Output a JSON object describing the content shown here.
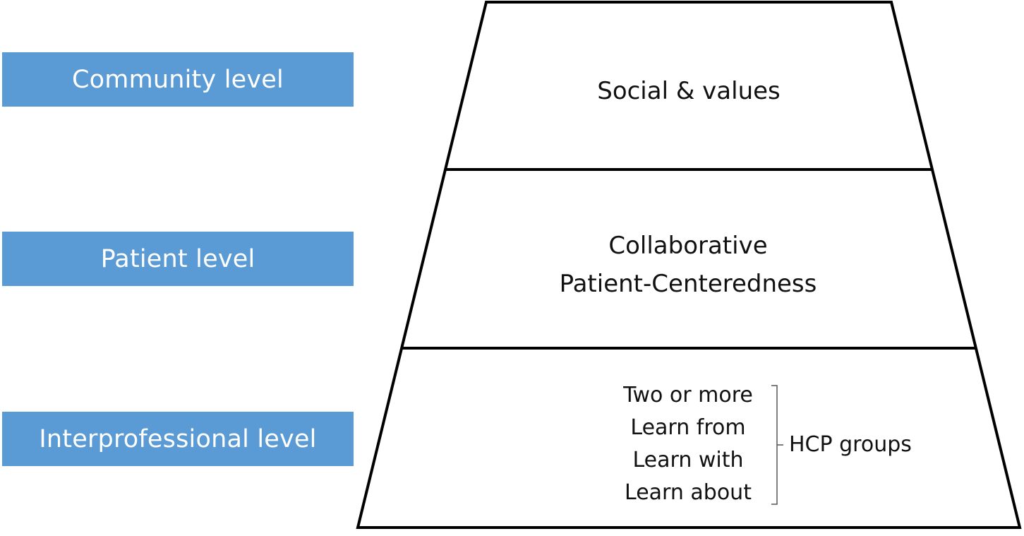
{
  "levels": {
    "community": "Community level",
    "patient": "Patient level",
    "interprofessional": "Interprofessional level"
  },
  "tiers": {
    "top": "Social & values",
    "middle": [
      "Collaborative",
      "Patient-Centeredness"
    ],
    "bottom": {
      "lines": [
        "Two or more",
        "Learn from",
        "Learn with",
        "Learn about"
      ],
      "bracket_label": "HCP groups"
    }
  },
  "colors": {
    "label_fill": "#5b9bd5",
    "label_text": "#ffffff",
    "outline": "#000000"
  }
}
